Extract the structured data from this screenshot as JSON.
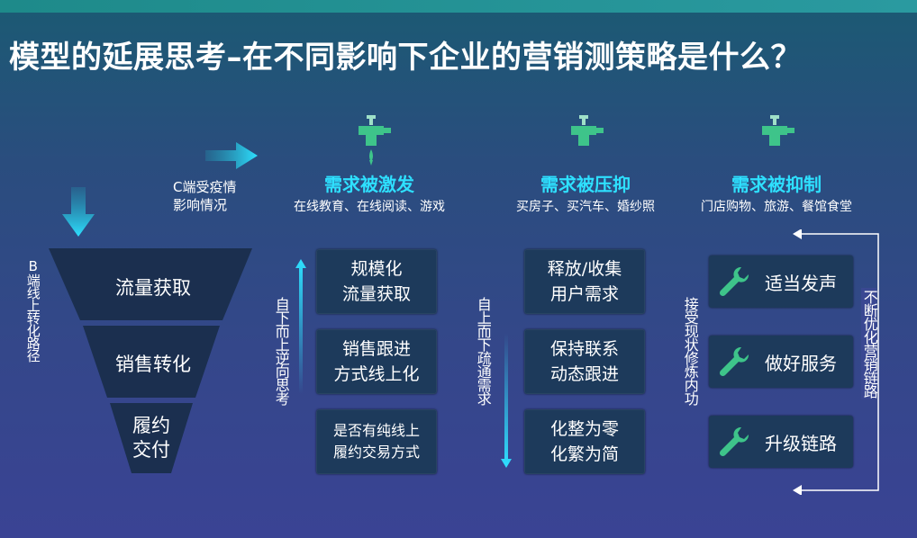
{
  "title": "模型的延展思考–在不同影响下企业的营销测策略是什么？",
  "left": {
    "c_caption": "C端受疫情\n影响情况",
    "b_caption": "B端线上转化路径",
    "funnel": [
      "流量获取",
      "销售转化",
      "履约\n交付"
    ]
  },
  "columns": [
    {
      "title": "需求被激发",
      "subtitle": "在线教育、在线阅读、游戏",
      "side_label": "自下而上逆向思考",
      "boxes": [
        "规模化\n流量获取",
        "销售跟进\n方式线上化",
        "是否有纯线上\n履约交易方式"
      ]
    },
    {
      "title": "需求被压抑",
      "subtitle": "买房子、买汽车、婚纱照",
      "side_label": "自上而下疏通需求",
      "boxes": [
        "释放/收集\n用户需求",
        "保持联系\n动态跟进",
        "化整为零\n化繁为简"
      ]
    },
    {
      "title": "需求被抑制",
      "subtitle": "门店购物、旅游、餐馆食堂",
      "side_label": "接受现状修炼内功",
      "right_label": "不断优化营销链路",
      "boxes": [
        "适当发声",
        "做好服务",
        "升级链路"
      ]
    }
  ],
  "icons": {
    "faucet": "faucet-icon",
    "wrench": "wrench-icon",
    "arrow_right": "arrow-right-icon",
    "arrow_down": "arrow-down-icon"
  },
  "colors": {
    "accent": "#2ee0ff",
    "box_bg": "#1d3a5b",
    "funnel_bg": "#1b2f4f",
    "wrench": "#3ec48a"
  }
}
